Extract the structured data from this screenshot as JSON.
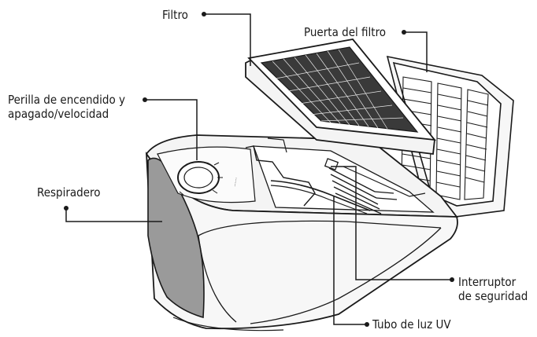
{
  "labels": {
    "filtro": "Filtro",
    "puerta": "Puerta del filtro",
    "perilla_line1": "Perilla de encendido y",
    "perilla_line2": "apagado/velocidad",
    "respiradero": "Respiradero",
    "interruptor_line1": "Interruptor",
    "interruptor_line2": "de seguridad",
    "tubo": "Tubo de luz UV"
  },
  "colors": {
    "line": "#1a1a1a",
    "body_fill": "#f4f4f4",
    "side_panel": "#9a9a9a",
    "filter_mesh": "#3a3a3a"
  }
}
